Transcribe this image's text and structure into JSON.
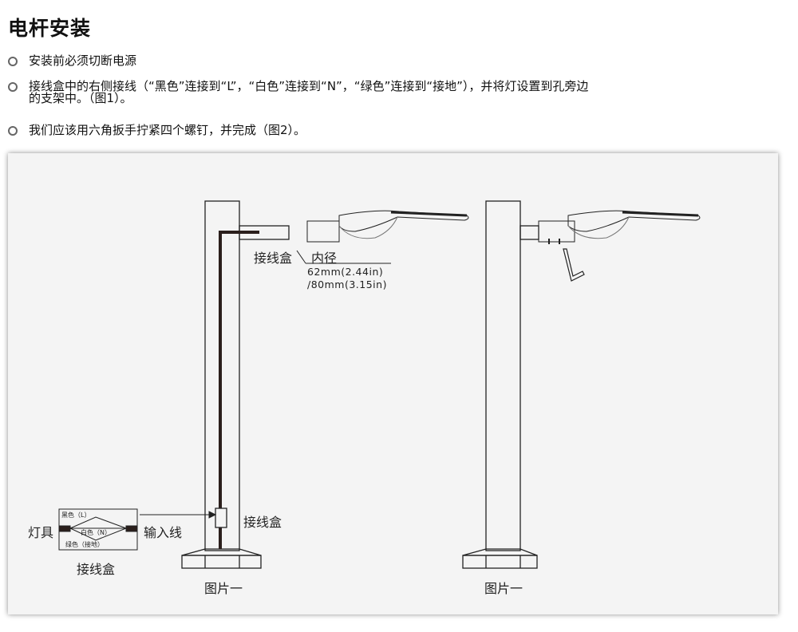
{
  "title": "电杆安装",
  "steps": [
    {
      "line1": "安装前必须切断电源"
    },
    {
      "line1": "接线盒中的右侧接线（“黑色”连接到“L”，“白色”连接到“N”，“绿色”连接到“接地”），并将灯设置到孔旁边",
      "line2": "的支架中。（图1）。"
    },
    {
      "line1": "我们应该用六角扳手拧紧四个螺钉，并完成（图2）。"
    }
  ],
  "diagram": {
    "junction_box_top": "接线盒",
    "inner_diameter": "内径",
    "dim1": "62mm(2.44in)",
    "dim2": "/80mm(3.15in)",
    "lamp": "灯具",
    "input_wire": "输入线",
    "junction_box_pole": "接线盒",
    "junction_box_caption": "接线盒",
    "wire_black": "黑色（L）",
    "wire_white": "白色（N）",
    "wire_green": "绿色（接地）",
    "fig1_caption": "图片一",
    "fig2_caption": "图片一"
  }
}
